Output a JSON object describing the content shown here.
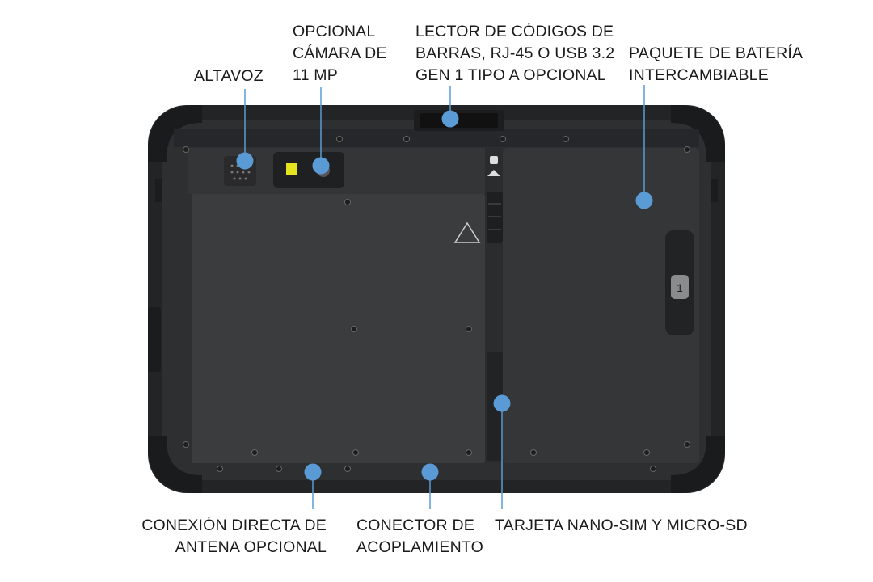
{
  "callouts": {
    "speaker": {
      "lines": [
        "ALTAVOZ"
      ]
    },
    "camera": {
      "lines": [
        "OPCIONAL",
        "CÁMARA DE",
        "11 MP"
      ]
    },
    "barcode": {
      "lines": [
        "LECTOR DE CÓDIGOS DE",
        "BARRAS, RJ-45 O USB 3.2",
        "GEN 1 TIPO A OPCIONAL"
      ]
    },
    "battery": {
      "lines": [
        "PAQUETE DE BATERÍA",
        "INTERCAMBIABLE"
      ]
    },
    "antenna": {
      "lines": [
        "CONEXIÓN DIRECTA DE",
        "ANTENA OPCIONAL"
      ]
    },
    "docking": {
      "lines": [
        "CONECTOR DE",
        "ACOPLAMIENTO"
      ]
    },
    "sim": {
      "lines": [
        "TARJETA NANO-SIM Y MICRO-SD"
      ]
    }
  },
  "battery_latch_label": "1",
  "colors": {
    "callout": "#5b9bd5",
    "body": "#2a2b2d",
    "panel": "#3a3b3d"
  }
}
